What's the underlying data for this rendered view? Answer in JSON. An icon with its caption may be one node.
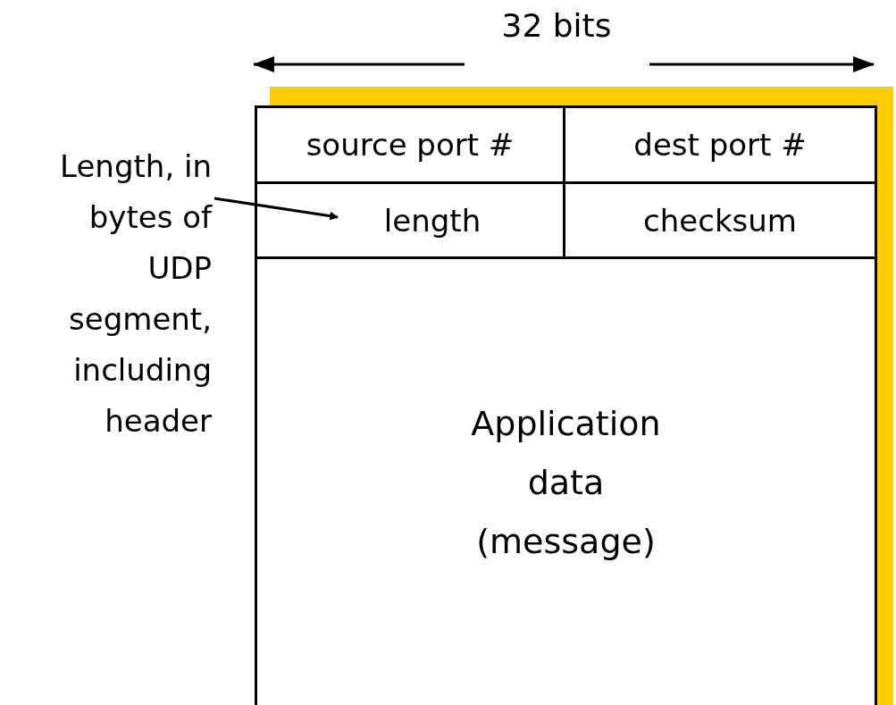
{
  "diagram": {
    "nodes": [
      {
        "text": [
          "Length, in bytes of UDP segment, including header"
        ]
      },
      {
        "text": [
          "source port #"
        ]
      },
      {
        "text": [
          "dest port #"
        ]
      },
      {
        "text": [
          "length"
        ]
      },
      {
        "text": [
          "checksum"
        ]
      },
      {
        "text": [
          "Application data (message)"
        ]
      }
    ],
    "edges": [
      {
        "from": 0,
        "to": 3,
        "arrow": "to"
      }
    ],
    "labels": [
      "32 bits"
    ]
  }
}
